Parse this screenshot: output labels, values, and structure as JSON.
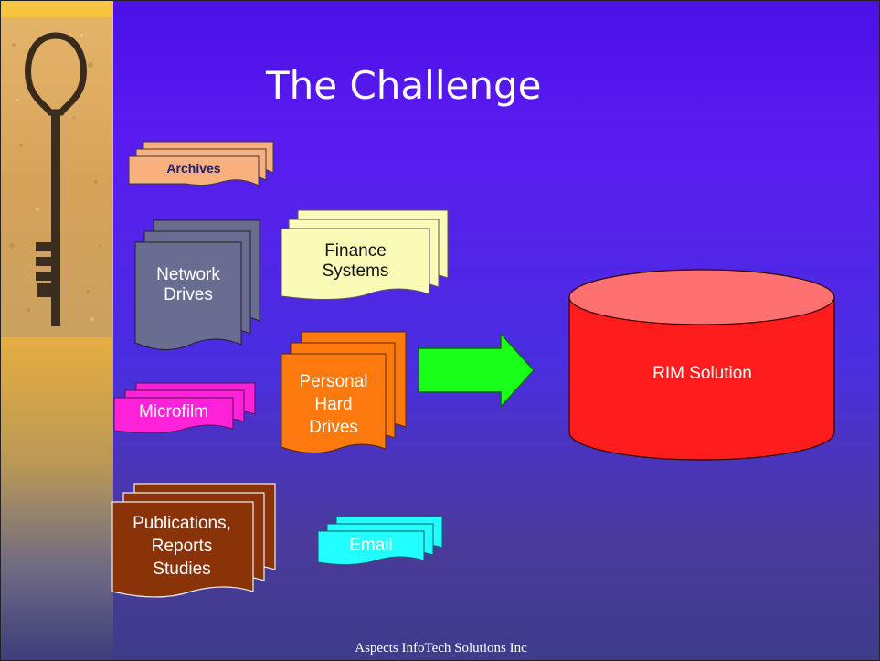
{
  "slide": {
    "title": "The Challenge",
    "footer": "Aspects InfoTech Solutions Inc"
  },
  "colors": {
    "archives": "#f7b07e",
    "network_drives": "#6a6d92",
    "finance_systems": "#fbfbb8",
    "personal_hard_drives": "#ff7a0e",
    "microfilm": "#ff22d8",
    "publications": "#8a3208",
    "email": "#22ffff",
    "rim_solution": "#ff1c1c",
    "rim_solution_top": "#ff7070",
    "arrow": "#1aff1a"
  },
  "diagram": {
    "sources": [
      {
        "id": "archives",
        "label": "Archives"
      },
      {
        "id": "network-drives",
        "label": "Network\nDrives"
      },
      {
        "id": "finance-systems",
        "label": "Finance\nSystems"
      },
      {
        "id": "personal-hard-drives",
        "label": "Personal\nHard\nDrives"
      },
      {
        "id": "microfilm",
        "label": "Microfilm"
      },
      {
        "id": "publications",
        "label": "Publications,\nReports\nStudies"
      },
      {
        "id": "email",
        "label": "Email"
      }
    ],
    "target": {
      "label": "RIM Solution"
    },
    "flow_icon": "right-arrow-icon",
    "side_image": "key-image"
  }
}
